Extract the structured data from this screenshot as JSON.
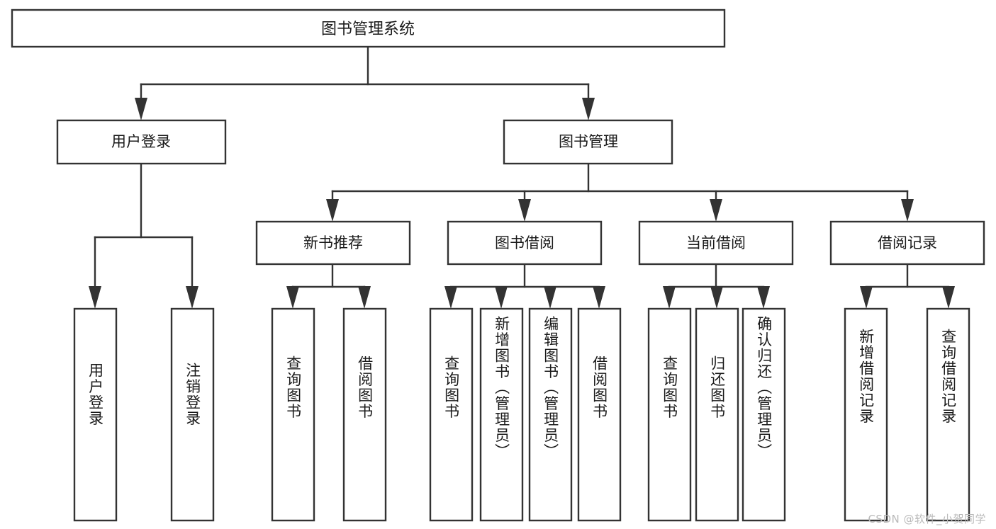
{
  "diagram": {
    "type": "tree-hierarchy",
    "title": "图书管理系统",
    "orientation": "top-down",
    "watermark": "CSDN @软件_小贺同学",
    "colors": {
      "stroke": "#333333",
      "fill": "#ffffff",
      "text": "#1a1a1a",
      "watermark": "#b9b9b9",
      "background": "#ffffff"
    },
    "root": {
      "label": "图书管理系统"
    },
    "level2": [
      {
        "label": "用户登录"
      },
      {
        "label": "图书管理"
      }
    ],
    "level3": [
      {
        "label": "新书推荐"
      },
      {
        "label": "图书借阅"
      },
      {
        "label": "当前借阅"
      },
      {
        "label": "借阅记录"
      }
    ],
    "leaves": {
      "user_login": [
        {
          "label": "用户登录"
        },
        {
          "label": "注销登录"
        }
      ],
      "new_book_rec": [
        {
          "label": "查询图书"
        },
        {
          "label": "借阅图书"
        }
      ],
      "book_borrow": [
        {
          "label": "查询图书"
        },
        {
          "label": "新增图书（管理员）"
        },
        {
          "label": "编辑图书（管理员）"
        },
        {
          "label": "借阅图书"
        }
      ],
      "current_borrow": [
        {
          "label": "查询图书"
        },
        {
          "label": "归还图书"
        },
        {
          "label": "确认归还（管理员）"
        }
      ],
      "borrow_record": [
        {
          "label": "新增借阅记录"
        },
        {
          "label": "查询借阅记录"
        }
      ]
    }
  }
}
